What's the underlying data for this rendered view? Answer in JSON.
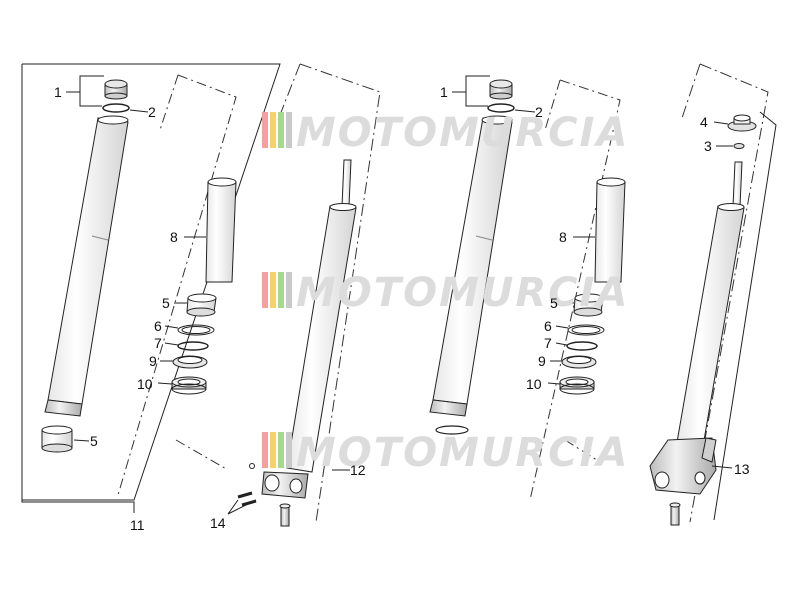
{
  "watermark": {
    "text": "MOTOMURCIA",
    "colors": [
      "#f4a0a0",
      "#f6d36a",
      "#a6d98c",
      "#c9c9c9"
    ]
  },
  "callouts": {
    "c1a": "1",
    "c2a": "2",
    "c8a": "8",
    "c5a": "5",
    "c6a": "6",
    "c7a": "7",
    "c9a": "9",
    "c10a": "10",
    "c5b": "5",
    "c11": "11",
    "c12": "12",
    "c14": "14",
    "c1b": "1",
    "c2b": "2",
    "c8b": "8",
    "c5c": "5",
    "c6b": "6",
    "c7b": "7",
    "c9b": "9",
    "c10b": "10",
    "c4": "4",
    "c3": "3",
    "c13": "13"
  },
  "colors": {
    "line": "#222222",
    "dash": "#333333",
    "fill_light": "#f4f4f4",
    "fill_mid": "#d9d9d9"
  }
}
